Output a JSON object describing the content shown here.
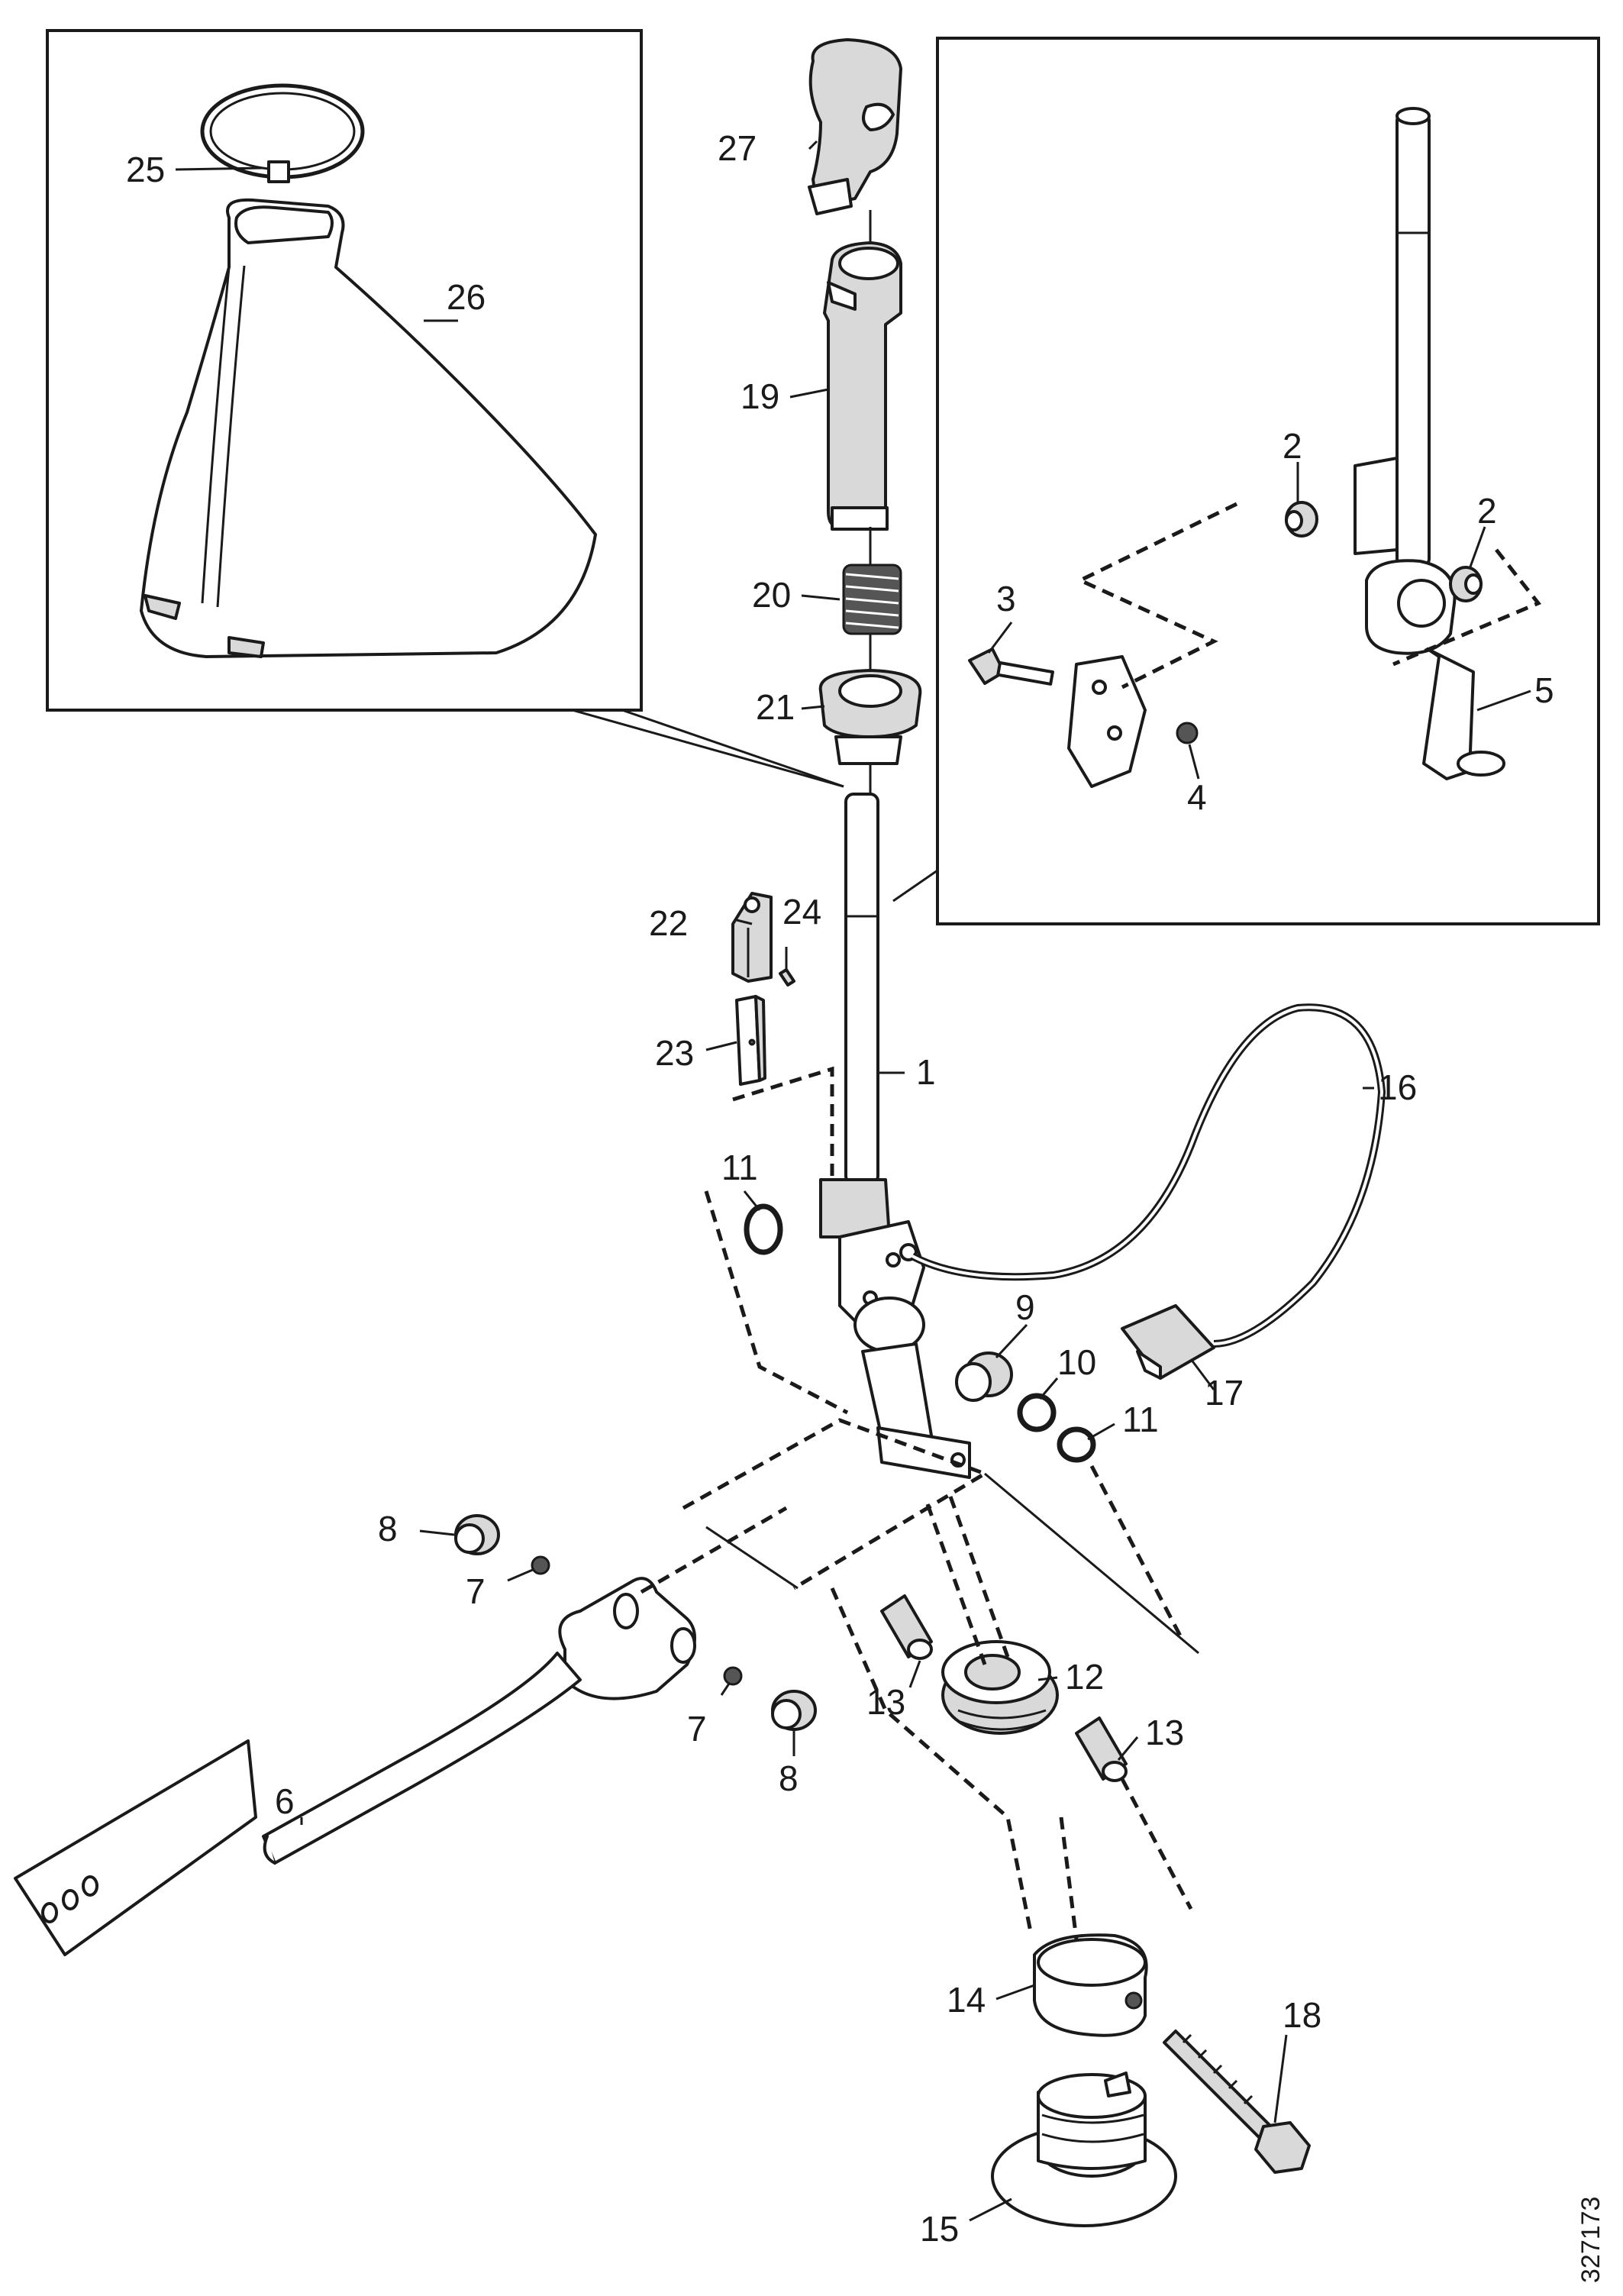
{
  "callouts": {
    "c1": "1",
    "c2a": "2",
    "c2b": "2",
    "c3": "3",
    "c4": "4",
    "c5": "5",
    "c6": "6",
    "c7a": "7",
    "c7b": "7",
    "c8a": "8",
    "c8b": "8",
    "c9": "9",
    "c10": "10",
    "c11a": "11",
    "c11b": "11",
    "c12": "12",
    "c13a": "13",
    "c13b": "13",
    "c14": "14",
    "c15": "15",
    "c16": "16",
    "c17": "17",
    "c18": "18",
    "c19": "19",
    "c20": "20",
    "c21": "21",
    "c22": "22",
    "c23": "23",
    "c24": "24",
    "c25": "25",
    "c26": "26",
    "c27": "27"
  },
  "drawing_number": "327173"
}
